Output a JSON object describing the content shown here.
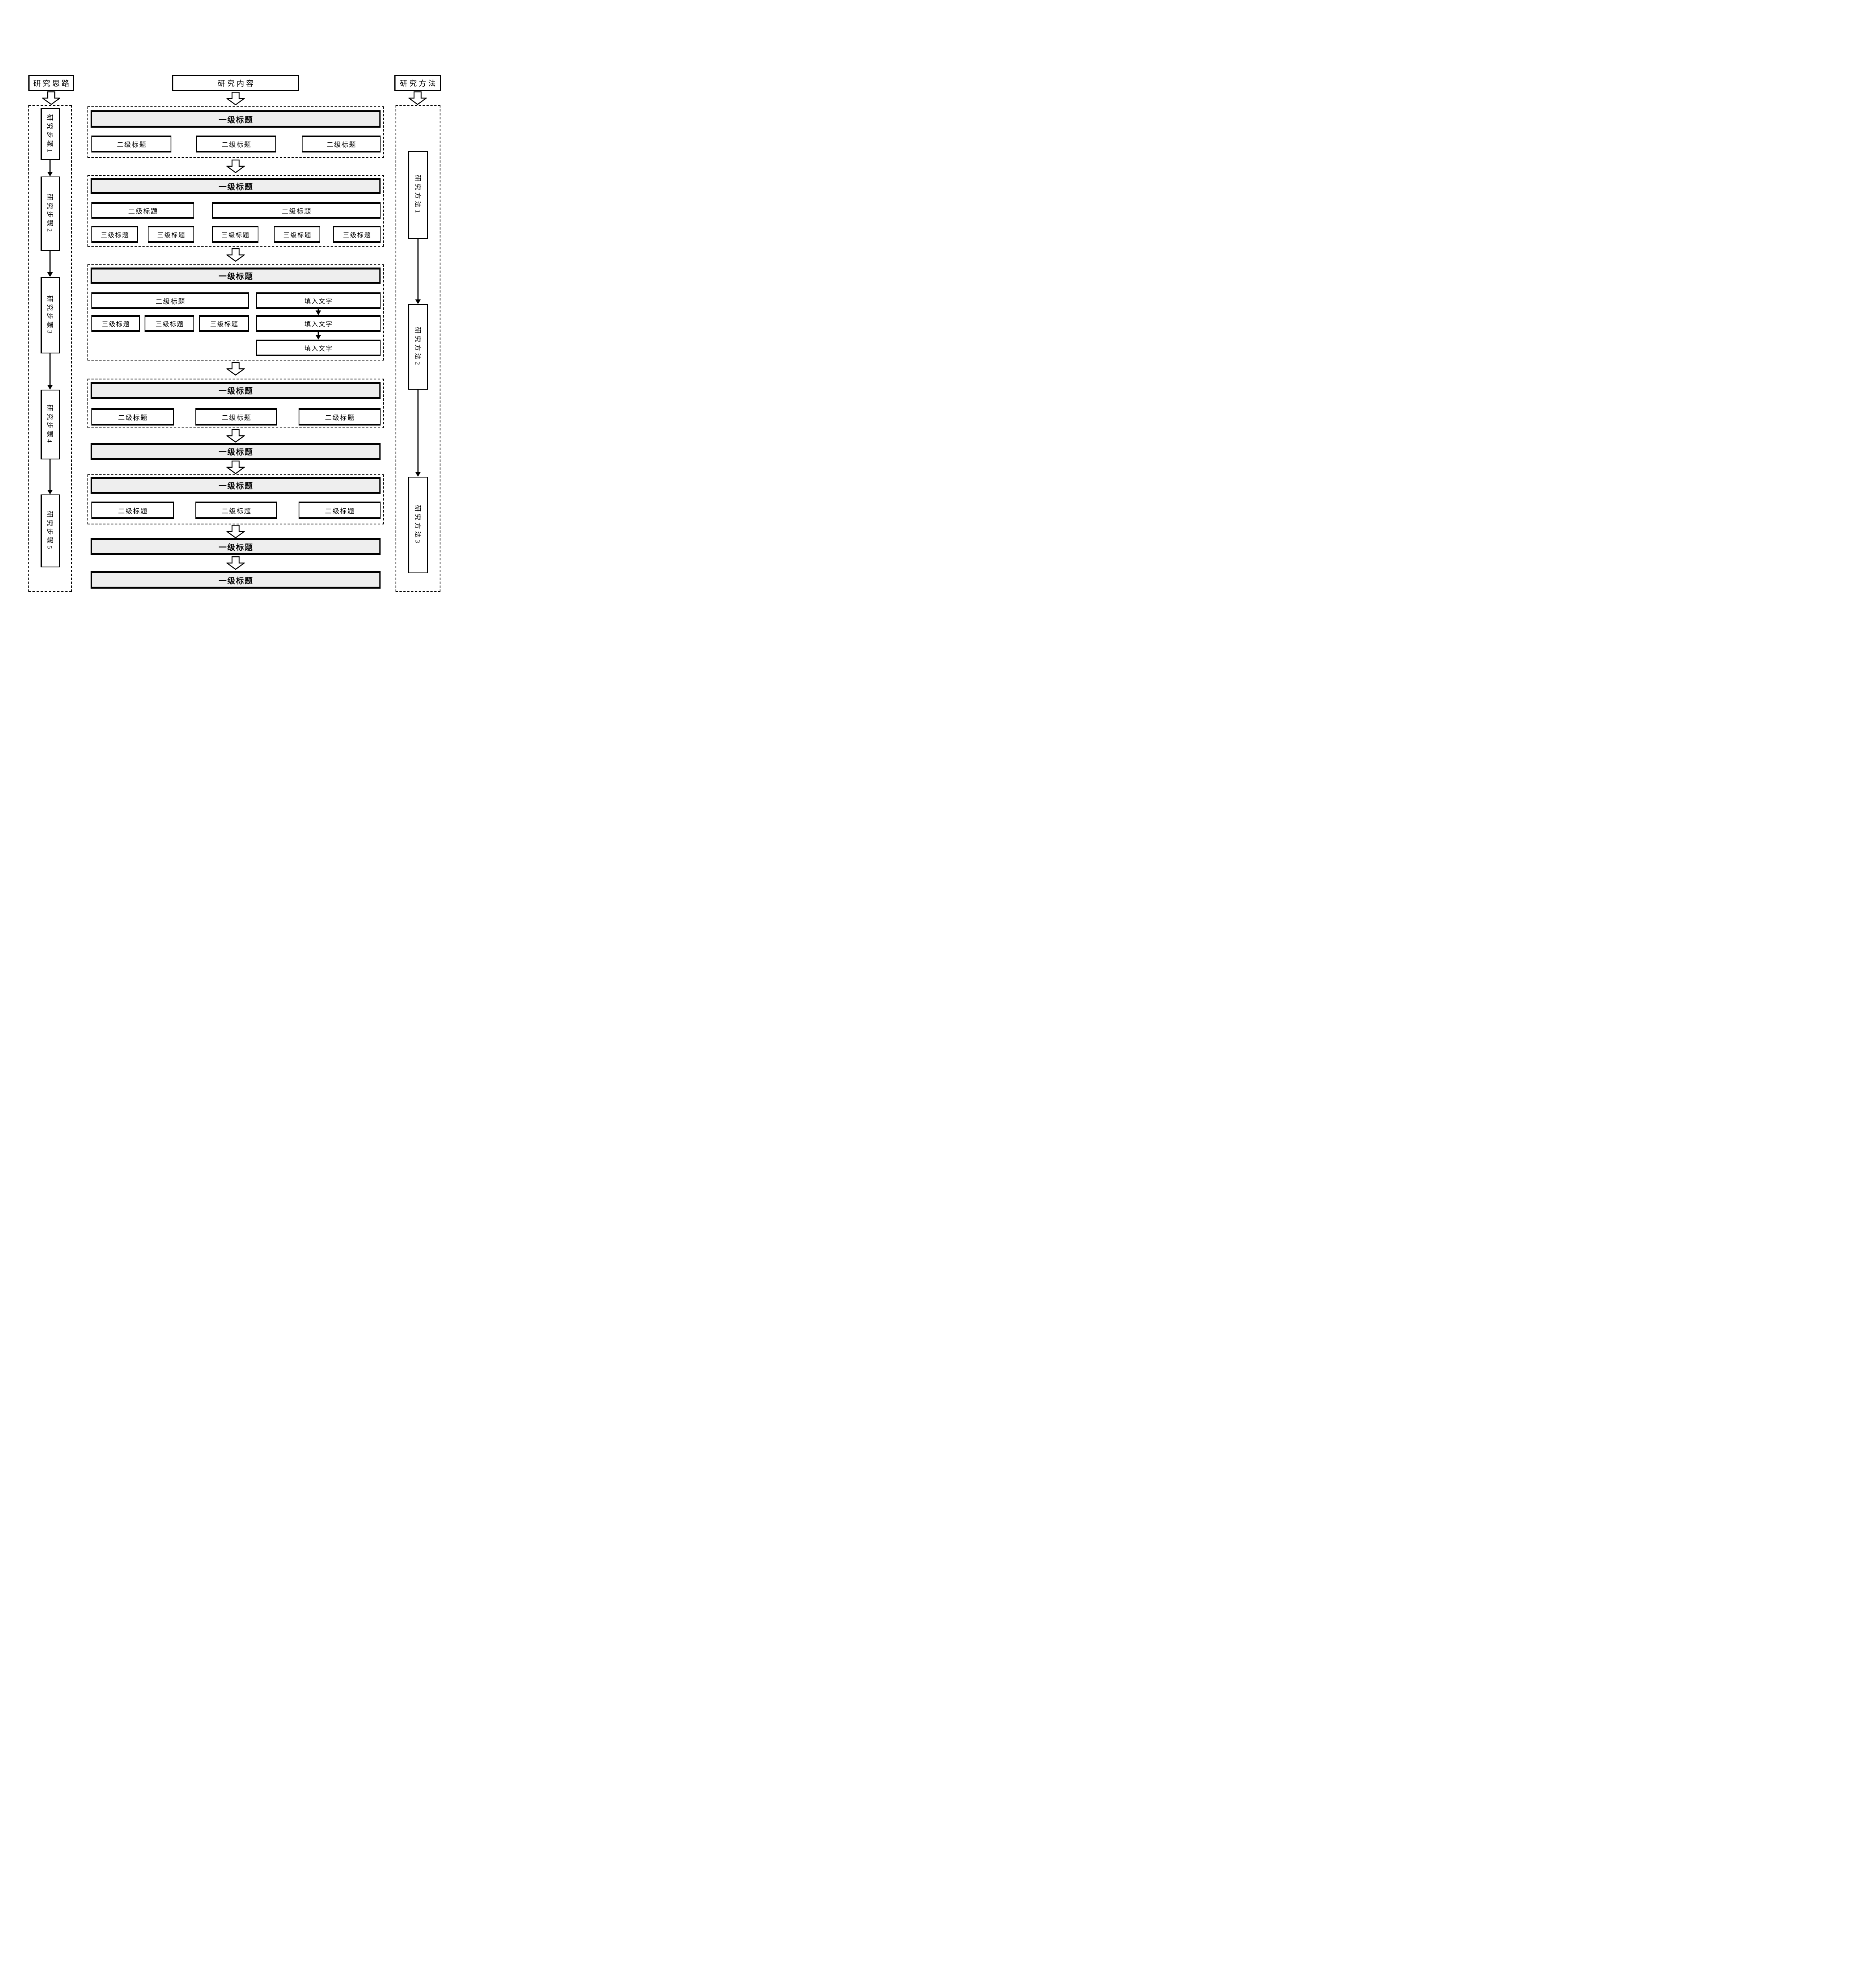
{
  "headers": {
    "left": "研究思路",
    "center": "研究内容",
    "right": "研究方法"
  },
  "left_column": {
    "steps": [
      "研究步骤1",
      "研究步骤2",
      "研究步骤3",
      "研究步骤4",
      "研究步骤5"
    ]
  },
  "right_column": {
    "methods": [
      "研究方法1",
      "研究方法2",
      "研究方法3"
    ]
  },
  "sections": [
    {
      "level1": "一级标题",
      "level2": [
        "二级标题",
        "二级标题",
        "二级标题"
      ]
    },
    {
      "level1": "一级标题",
      "level2": [
        "二级标题",
        "二级标题"
      ],
      "level3": [
        "三级标题",
        "三级标题",
        "三级标题",
        "三级标题",
        "三级标题"
      ]
    },
    {
      "level1": "一级标题",
      "level2": [
        "二级标题"
      ],
      "level3": [
        "三级标题",
        "三级标题",
        "三级标题"
      ],
      "fills": [
        "填入文字",
        "填入文字",
        "填入文字"
      ]
    },
    {
      "level1": "一级标题",
      "level2": [
        "二级标题",
        "二级标题",
        "二级标题"
      ]
    },
    {
      "level1": "一级标题"
    },
    {
      "level1": "一级标题",
      "level2": [
        "二级标题",
        "二级标题",
        "二级标题"
      ]
    },
    {
      "level1": "一级标题"
    },
    {
      "level1": "一级标题"
    }
  ],
  "colors": {
    "page_bg": "#ffffff",
    "bar_fill": "#eeeeee",
    "box_fill": "#ffffff",
    "line": "#000000"
  }
}
